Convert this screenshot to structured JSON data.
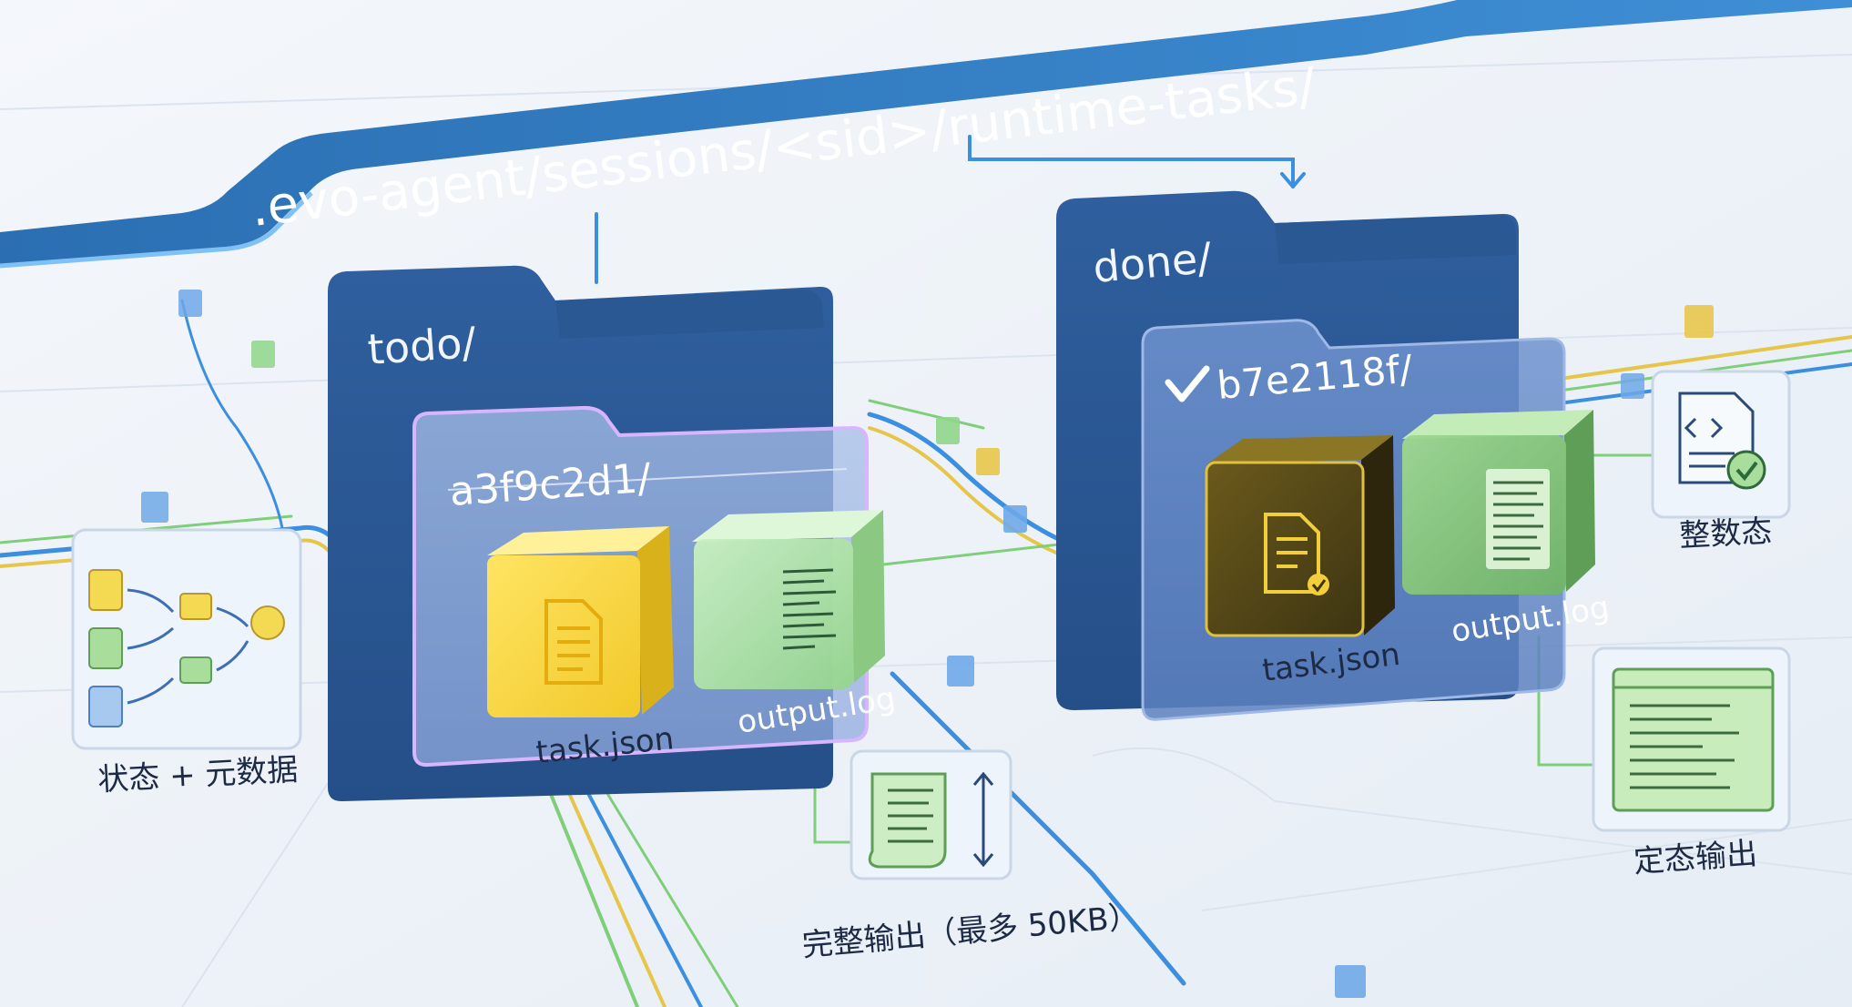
{
  "path_banner": {
    "text": ".evo-agent/sessions/<sid>/runtime-tasks/"
  },
  "todo": {
    "folder_label": "todo/",
    "task_folder": "a3f9c2d1/",
    "files": {
      "task": "task.json",
      "output": "output.log"
    }
  },
  "done": {
    "folder_label": "done/",
    "task_folder": "b7e2118f/",
    "files": {
      "task": "task.json",
      "output": "output.log"
    }
  },
  "callouts": {
    "state_metadata": "状态 + 元数据",
    "full_output": "完整输出（最多 50KB）",
    "integer_state": "整数态",
    "fixed_output": "定态输出"
  },
  "colors": {
    "folder_blue": "#2f5f9e",
    "folder_dark": "#234b82",
    "banner_blue": "#2a6fb3",
    "task_yellow": "#f4d640",
    "output_green": "#a8e0a2",
    "wire_blue": "#3b8fe0",
    "wire_yellow": "#e6c64a",
    "wire_green": "#7fcf7a",
    "accent_purple": "#c7a6f0"
  }
}
